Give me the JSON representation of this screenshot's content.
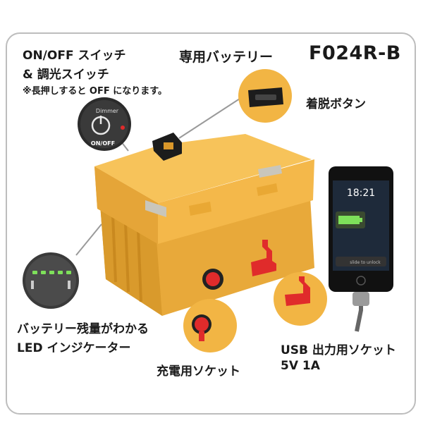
{
  "labels": {
    "switch_line1": "ON/OFF スイッチ",
    "switch_line2": "& 調光スイッチ",
    "switch_note": "※長押しすると OFF になります。",
    "battery_title": "専用バッテリー",
    "model_number": "F024R-B",
    "release_button": "着脱ボタン",
    "led_line1": "バッテリー残量がわかる",
    "led_line2": "LED インジケーター",
    "charge_socket": "充電用ソケット",
    "usb_line1": "USB 出力用ソケット",
    "usb_line2": "5V 1A"
  },
  "dimmer_callout": {
    "top_text": "Dimmer",
    "bottom_text": "ON/OFF",
    "icon": "power-icon"
  },
  "phone": {
    "time": "18:21",
    "unlock_text": "slide to unlock",
    "icon": "battery-charging-icon"
  },
  "colors": {
    "battery_body": "#f2b544",
    "battery_shade": "#d9972a",
    "red_accent": "#e02b2b",
    "led_green": "#7ee05a",
    "frame_border": "#bdbdbd"
  }
}
